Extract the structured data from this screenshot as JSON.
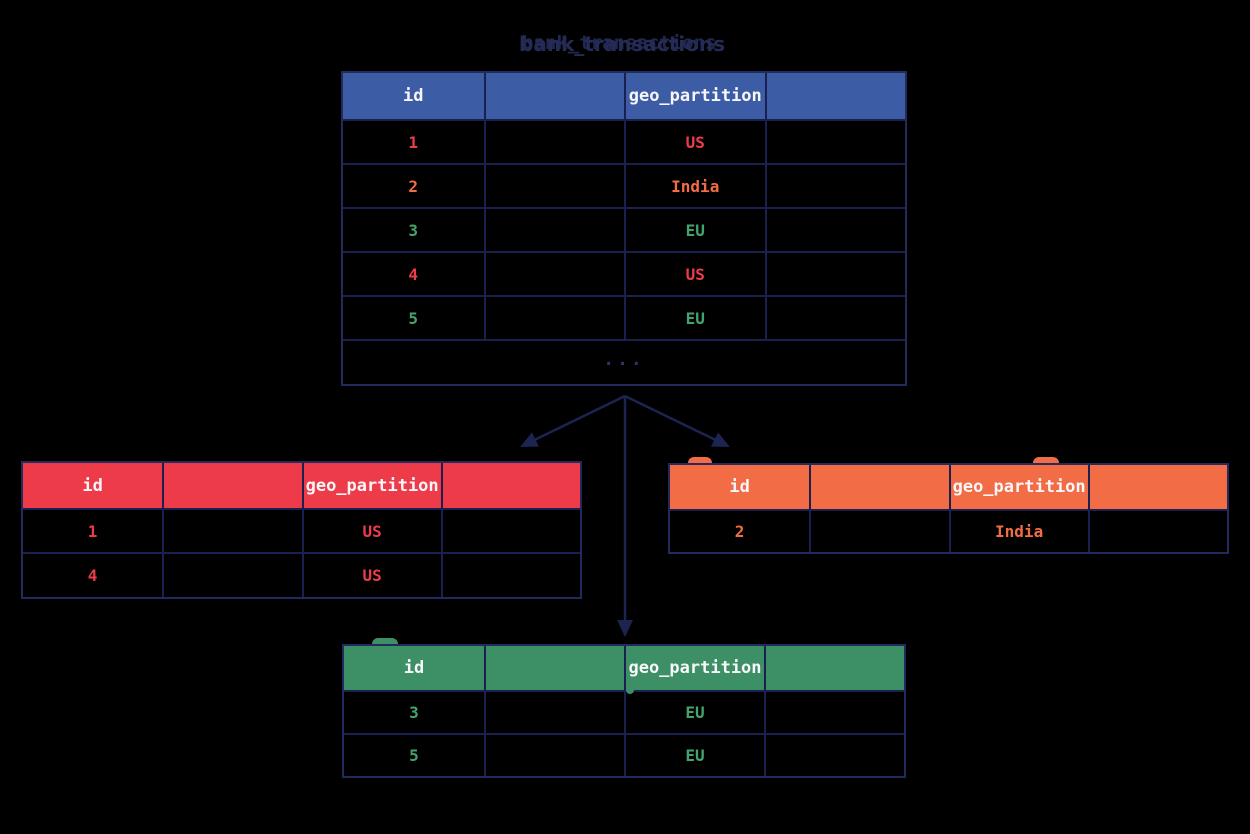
{
  "title": {
    "text": "bank_transactions",
    "echo": "bank_transactions"
  },
  "columns": {
    "id": "id",
    "geo": "geo_partition"
  },
  "main_table": {
    "ellipsis": "...",
    "rows": [
      {
        "id": "1",
        "geo": "US"
      },
      {
        "id": "2",
        "geo": "India"
      },
      {
        "id": "3",
        "geo": "EU"
      },
      {
        "id": "4",
        "geo": "US"
      },
      {
        "id": "5",
        "geo": "EU"
      }
    ]
  },
  "partitions": {
    "us": {
      "rows": [
        {
          "id": "1",
          "geo": "US"
        },
        {
          "id": "4",
          "geo": "US"
        }
      ]
    },
    "india": {
      "rows": [
        {
          "id": "2",
          "geo": "India"
        }
      ]
    },
    "eu": {
      "rows": [
        {
          "id": "3",
          "geo": "EU"
        },
        {
          "id": "5",
          "geo": "EU"
        }
      ]
    }
  },
  "colors": {
    "background": "#000000",
    "main_header": "#3c5da6",
    "us": "#ee3b4a",
    "india": "#f26c45",
    "eu_header": "#3d9065",
    "eu_text": "#45a36e",
    "table_border": "#1a2150",
    "arrow": "#1d2452",
    "title": "#242b55",
    "header_text": "#ffffff"
  }
}
